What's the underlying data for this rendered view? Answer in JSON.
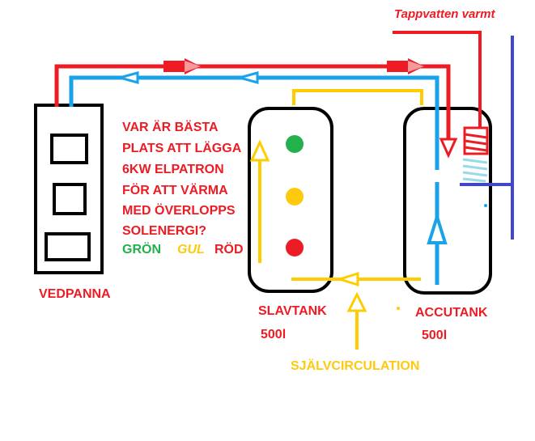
{
  "labels": {
    "hot_water_title": "Tappvatten varmt",
    "question": [
      "VAR ÄR BÄSTA",
      "PLATS ATT LÄGGA",
      "6KW ELPATRON",
      "FÖR ATT VÄRMA",
      "MED ÖVERLOPPS",
      "SOLENERGI?"
    ],
    "color_green": "GRÖN",
    "color_yellow": "GUL",
    "color_red": "RÖD",
    "boiler": "VEDPANNA",
    "slave_tank": "SLAVTANK",
    "slave_volume": "500l",
    "accu_tank": "ACCUTANK",
    "accu_volume": "500l",
    "self_circulation": "SJÄLVCIRCULATION"
  },
  "colors": {
    "hot_pipe": "#ed1c24",
    "cold_pipe": "#1aa3e8",
    "circulation_pipe": "#ffcc00",
    "tap_pipe": "#3f48cc",
    "dot_green": "#22b14c",
    "dot_yellow": "#ffc90e",
    "dot_red": "#ed1c24",
    "label_red": "#ed1c24",
    "label_green": "#22b14c",
    "label_yellow": "#ffc90e"
  }
}
